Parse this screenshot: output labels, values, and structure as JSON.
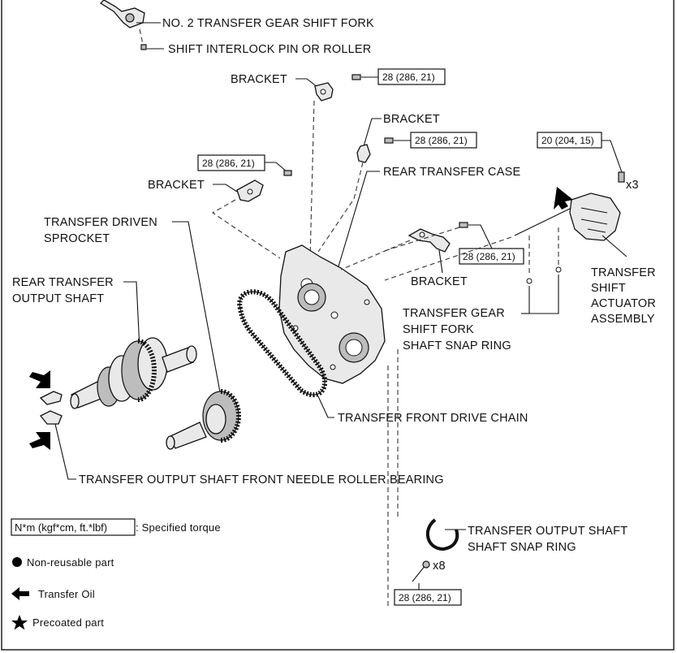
{
  "labels": {
    "no2_fork": "NO. 2 TRANSFER GEAR SHIFT FORK",
    "interlock": "SHIFT INTERLOCK PIN OR ROLLER",
    "bracket_top": "BRACKET",
    "bracket_mid": "BRACKET",
    "bracket_left": "BRACKET",
    "bracket_right": "BRACKET",
    "rear_case": "REAR TRANSFER CASE",
    "driven_sprocket_1": "TRANSFER DRIVEN",
    "driven_sprocket_2": "SPROCKET",
    "rear_output_1": "REAR TRANSFER",
    "rear_output_2": "OUTPUT SHAFT",
    "actuator_1": "TRANSFER",
    "actuator_2": "SHIFT",
    "actuator_3": "ACTUATOR",
    "actuator_4": "ASSEMBLY",
    "snap_fork_1": "TRANSFER GEAR",
    "snap_fork_2": "SHIFT FORK",
    "snap_fork_3": "SHAFT SNAP RING",
    "chain": "TRANSFER FRONT DRIVE CHAIN",
    "needle_bearing": "TRANSFER OUTPUT SHAFT FRONT NEEDLE ROLLER BEARING",
    "output_snap_1": "TRANSFER OUTPUT SHAFT",
    "output_snap_2": "SHAFT SNAP RING"
  },
  "torques": {
    "top": "28 (286, 21)",
    "mid": "28 (286, 21)",
    "left": "28 (286, 21)",
    "actuator": "20 (204, 15)",
    "right": "28 (286, 21)",
    "bottom": "28 (286, 21)"
  },
  "multipliers": {
    "actuator_bolts": "x3",
    "bottom_bolts": "x8"
  },
  "legend": {
    "torque_box": "N*m (kgf*cm, ft.*lbf)",
    "torque_text": ": Specified torque",
    "non_reusable": "Non-reusable part",
    "oil": "Transfer Oil",
    "precoated": "Precoated part"
  },
  "icons": {
    "non_reusable": "filled-circle-icon",
    "oil": "left-arrow-icon",
    "precoated": "star-icon"
  }
}
